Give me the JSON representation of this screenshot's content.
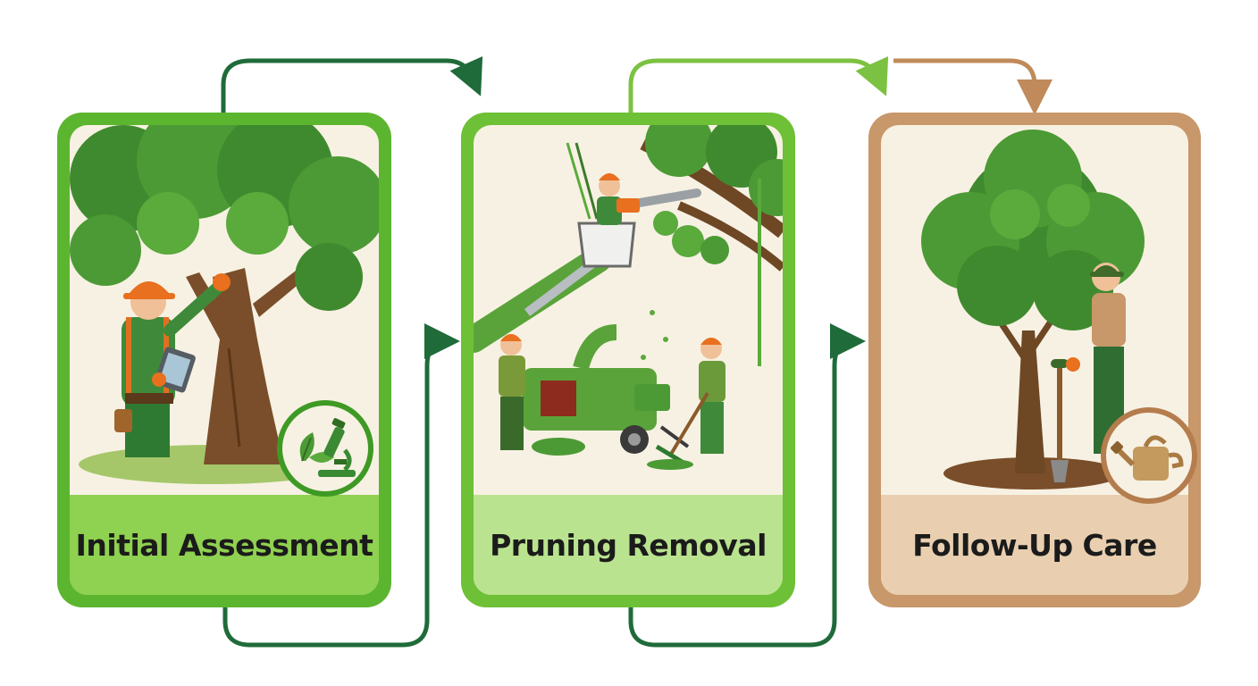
{
  "steps": [
    {
      "title": "Initial Assessment",
      "illustration": "arborist-inspecting-tree",
      "icon": "leaf-microscope-icon"
    },
    {
      "title": "Pruning Removal",
      "illustration": "bucket-truck-pruning-and-wood-chipper",
      "icon": ""
    },
    {
      "title": "Follow-Up Care",
      "illustration": "gardener-with-shovel-beside-young-tree",
      "icon": "watering-can-icon"
    }
  ],
  "colors": {
    "step1_frame": "#5cb52f",
    "step2_frame": "#6ec036",
    "step3_frame": "#c8976a",
    "arrow_dark": "#1f6b3a",
    "arrow_light": "#7cc242",
    "arrow_brown": "#c08a5a",
    "panel_background": "#f7f1e3"
  }
}
